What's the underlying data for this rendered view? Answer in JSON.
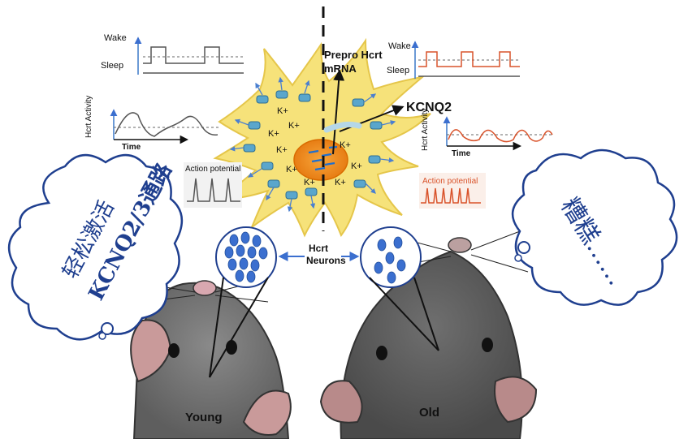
{
  "colors": {
    "young_trace": "#555555",
    "old_trace": "#d9532b",
    "neuron_fill": "#f6e27a",
    "nucleus": "#f08a1e",
    "channel": "#5aa6cc",
    "cloud_text": "#1f3f8f",
    "blob": "#3b6fcf"
  },
  "young_panel": {
    "wake": "Wake",
    "sleep": "Sleep",
    "hcrt_activity": "Hcrt Activity",
    "time": "Time",
    "action_potential": "Action potential"
  },
  "old_panel": {
    "wake": "Wake",
    "sleep": "Sleep",
    "hcrt_activity": "Hcrt Activity",
    "time": "Time",
    "action_potential": "Action potential"
  },
  "neuron": {
    "prepro_line1": "Prepro Hcrt",
    "prepro_line2": "mRNA",
    "kcnq2": "KCNQ2",
    "ion": "K+"
  },
  "hcrt_neurons": {
    "line1": "Hcrt",
    "line2": "Neurons"
  },
  "mice": {
    "young": "Young",
    "old": "Old"
  },
  "clouds": {
    "left_line1": "轻松激活",
    "left_line2": "KCNQ2/3通路",
    "right": "糟糕……"
  }
}
